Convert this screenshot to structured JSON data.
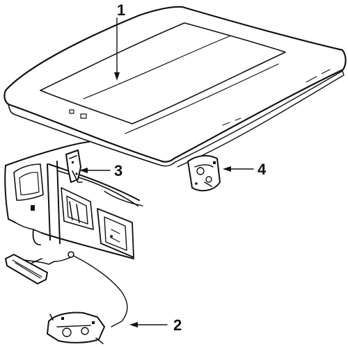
{
  "figure": {
    "callouts": [
      {
        "id": "1",
        "label": "1"
      },
      {
        "id": "2",
        "label": "2"
      },
      {
        "id": "3",
        "label": "3"
      },
      {
        "id": "4",
        "label": "4"
      }
    ]
  },
  "colors": {
    "ink": "#111111",
    "background": "#ffffff"
  }
}
